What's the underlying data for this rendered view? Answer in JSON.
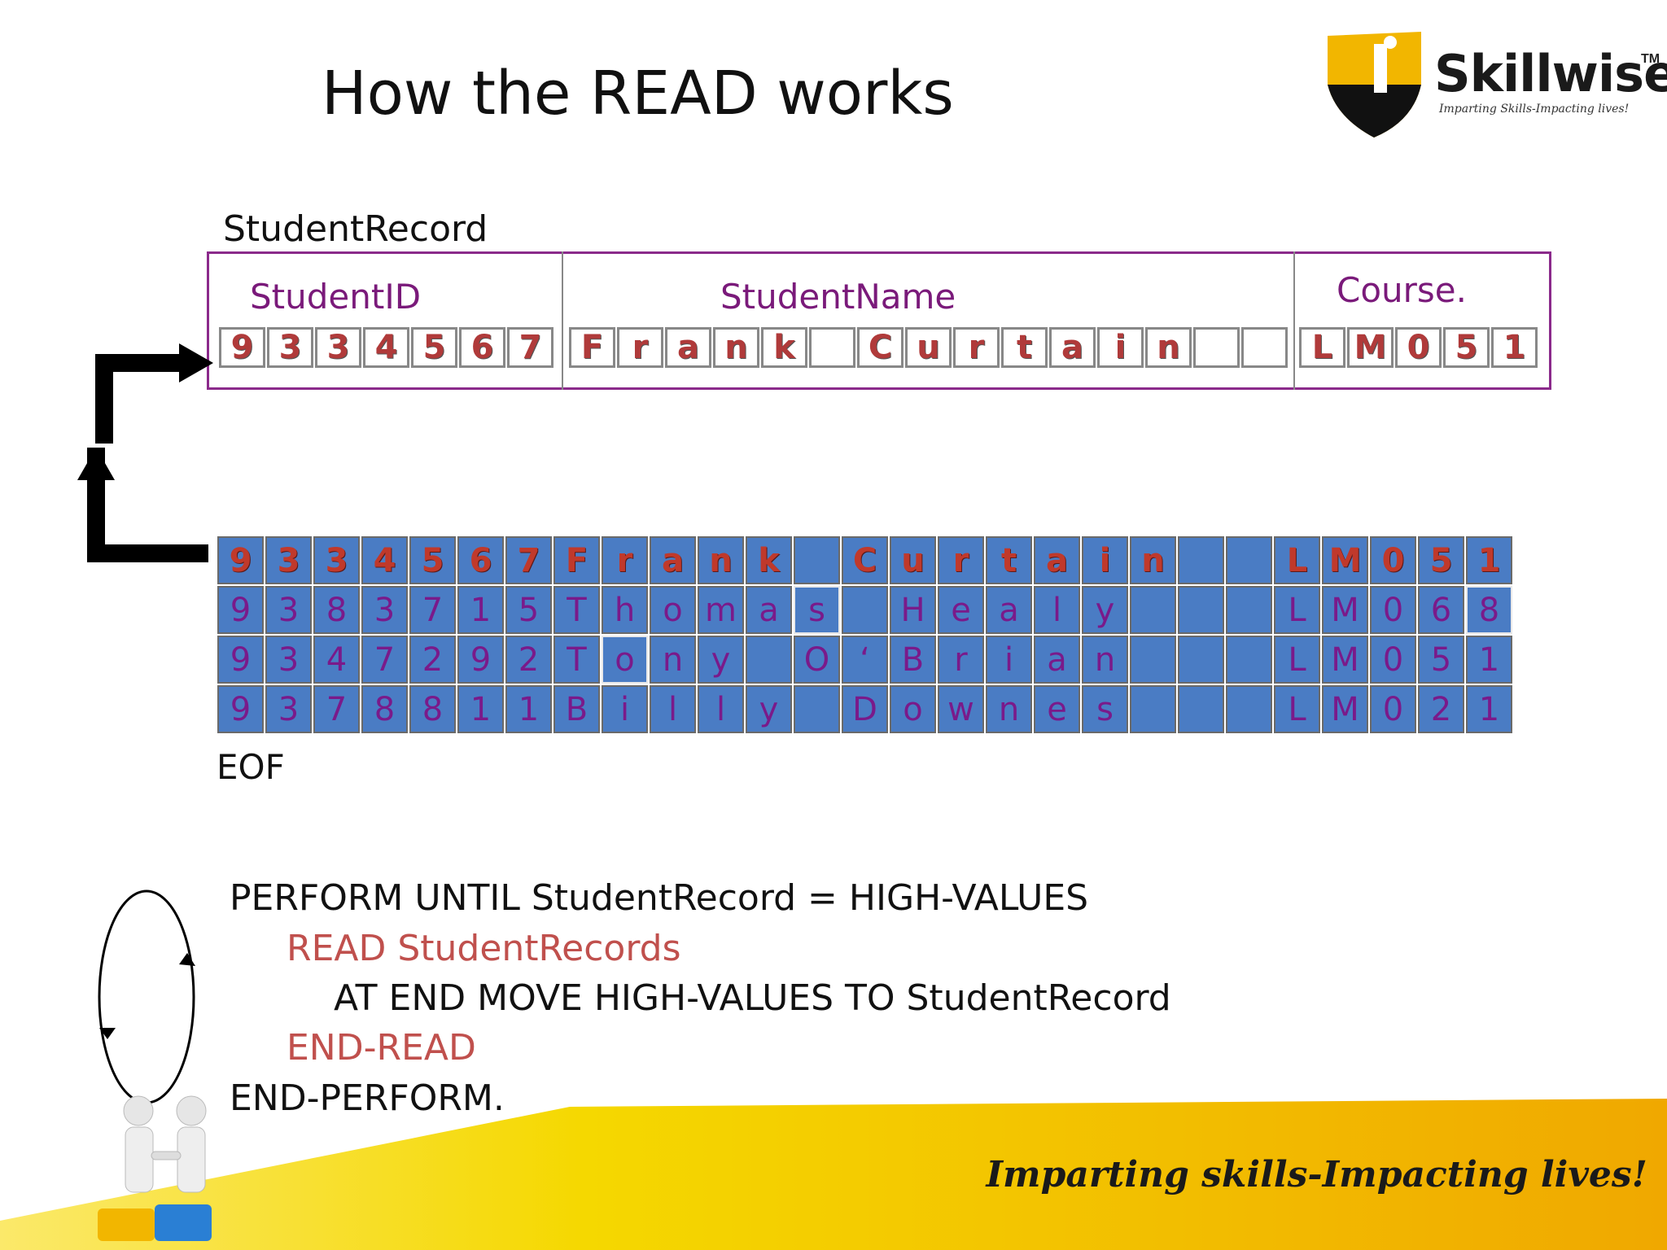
{
  "slide": {
    "title": "How the READ works"
  },
  "logo": {
    "name": "Skillwise",
    "tm": "TM",
    "tagline": "Imparting Skills-Impacting lives!"
  },
  "record": {
    "label": "StudentRecord",
    "fields": {
      "id_label": "StudentID",
      "name_label": "StudentName",
      "course_label": "Course."
    },
    "id_chars": [
      "9",
      "3",
      "3",
      "4",
      "5",
      "6",
      "7"
    ],
    "name_chars": [
      "F",
      "r",
      "a",
      "n",
      "k",
      "",
      "C",
      "u",
      "r",
      "t",
      "a",
      "i",
      "n",
      "",
      ""
    ],
    "course_chars": [
      "L",
      "M",
      "0",
      "5",
      "1"
    ]
  },
  "file": {
    "rows": [
      [
        "9",
        "3",
        "3",
        "4",
        "5",
        "6",
        "7",
        "F",
        "r",
        "a",
        "n",
        "k",
        "",
        "C",
        "u",
        "r",
        "t",
        "a",
        "i",
        "n",
        "",
        "",
        "L",
        "M",
        "0",
        "5",
        "1"
      ],
      [
        "9",
        "3",
        "8",
        "3",
        "7",
        "1",
        "5",
        "T",
        "h",
        "o",
        "m",
        "a",
        "s",
        "",
        "H",
        "e",
        "a",
        "l",
        "y",
        "",
        "",
        "",
        "L",
        "M",
        "0",
        "6",
        "8"
      ],
      [
        "9",
        "3",
        "4",
        "7",
        "2",
        "9",
        "2",
        "T",
        "o",
        "n",
        "y",
        "",
        "O",
        "‘",
        "B",
        "r",
        "i",
        "a",
        "n",
        "",
        "",
        "",
        "L",
        "M",
        "0",
        "5",
        "1"
      ],
      [
        "9",
        "3",
        "7",
        "8",
        "8",
        "1",
        "1",
        "B",
        "i",
        "l",
        "l",
        "y",
        "",
        "D",
        "o",
        "w",
        "n",
        "e",
        "s",
        "",
        "",
        "",
        "L",
        "M",
        "0",
        "2",
        "1"
      ]
    ],
    "eof_label": "EOF"
  },
  "code": {
    "line1": "PERFORM UNTIL StudentRecord = HIGH-VALUES",
    "line2": "READ StudentRecords",
    "line3": "AT END MOVE HIGH-VALUES TO StudentRecord",
    "line4": "END-READ",
    "line5": "END-PERFORM."
  },
  "footer": {
    "tagline": "Imparting skills-Impacting lives!"
  },
  "colors": {
    "record_border": "#8b2a8b",
    "field_label": "#7a1a7a",
    "cell_text": "#b03a3a",
    "file_bg": "#4a7cc4",
    "code_keyword": "#c0504d",
    "footer_yellow": "#f5d000"
  }
}
